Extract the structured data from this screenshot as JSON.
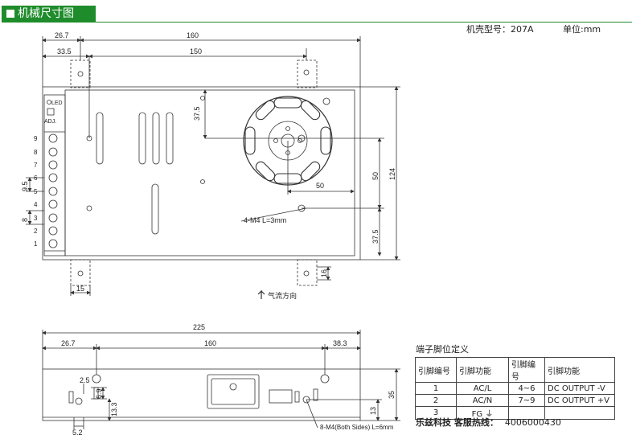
{
  "header": {
    "title": "机械尺寸图"
  },
  "info": {
    "model_label": "机壳型号：207A",
    "unit_label": "单位:mm"
  },
  "top_view": {
    "dims": {
      "d1": "26.7",
      "d2": "160",
      "d3": "33.5",
      "d4": "150",
      "d5": "37.5",
      "d6": "50",
      "d7": "124",
      "d8": "50",
      "d9": "37.5",
      "d10": "15",
      "d11": "16",
      "d12": "9.5",
      "d13": "8"
    },
    "mount_note": "4-M4 L=3mm",
    "airflow_label": "气流方向",
    "led_label": "LED",
    "adj_label": "ADJ.",
    "terminal_numbers": [
      "9",
      "8",
      "7",
      "6",
      "5",
      "4",
      "3",
      "2",
      "1"
    ]
  },
  "side_view": {
    "dims": {
      "d1": "225",
      "d2": "26.7",
      "d3": "160",
      "d4": "38.3",
      "d5": "2.5",
      "d6": "6.9",
      "d7": "13.3",
      "d8": "5.2",
      "d9": "35",
      "d10": "13"
    },
    "mount_note": "8-M4(Both Sides) L=6mm"
  },
  "pin_table": {
    "title": "端子脚位定义",
    "headers": [
      "引脚编号",
      "引脚功能",
      "引脚编号",
      "引脚功能"
    ],
    "rows": [
      [
        "1",
        "AC/L",
        "4~6",
        "DC OUTPUT -V"
      ],
      [
        "2",
        "AC/N",
        "7~9",
        "DC OUTPUT +V"
      ],
      [
        "3",
        "FG ⏚",
        "",
        ""
      ]
    ]
  },
  "hotline": {
    "label": "乐兹科技 客服热线：",
    "number": "4006000430"
  }
}
